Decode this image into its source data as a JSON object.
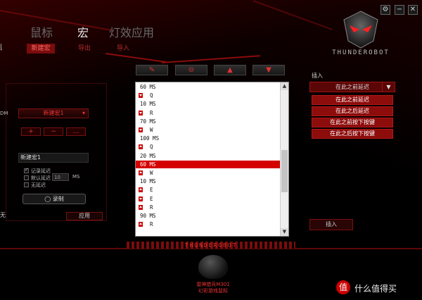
{
  "brand": {
    "logo_text": "THUNDEROBOT",
    "footer_logo_text": "THUNDEROBOT"
  },
  "window_controls": {
    "settings": "⚙",
    "minimize": "−",
    "close": "✕"
  },
  "nav": {
    "items": [
      "鼠标",
      "宏",
      "灯效应用"
    ],
    "active_index": 1
  },
  "subtabs": {
    "items": [
      "新建宏",
      "导出",
      "导入"
    ],
    "active_index": 0
  },
  "toolbar": {
    "edit": "✎",
    "delete": "⊝",
    "move_up": "▲",
    "move_down": "▼"
  },
  "macro_list": {
    "rows": [
      {
        "icon": "none",
        "text": "60 MS"
      },
      {
        "icon": "down",
        "text": "Q"
      },
      {
        "icon": "none",
        "text": "10 MS"
      },
      {
        "icon": "down",
        "text": "R"
      },
      {
        "icon": "none",
        "text": "70 MS"
      },
      {
        "icon": "down",
        "text": "W"
      },
      {
        "icon": "none",
        "text": "100 MS"
      },
      {
        "icon": "up",
        "text": "Q"
      },
      {
        "icon": "none",
        "text": "20 MS"
      },
      {
        "icon": "none",
        "text": "60 MS",
        "selected": true
      },
      {
        "icon": "up",
        "text": "W"
      },
      {
        "icon": "none",
        "text": "10 MS"
      },
      {
        "icon": "up",
        "text": "E"
      },
      {
        "icon": "down",
        "text": "E"
      },
      {
        "icon": "up",
        "text": "R"
      },
      {
        "icon": "none",
        "text": "90 MS"
      },
      {
        "icon": "up",
        "text": "R"
      }
    ]
  },
  "left_panel": {
    "side_label_top": "DM",
    "macro_select": "新建宏1",
    "btn_add": "+",
    "btn_remove": "−",
    "btn_more": "…",
    "name_field": "新建宏1",
    "opt_record_delay": "记录延迟",
    "opt_default_delay": "默认延迟",
    "default_delay_value": "10",
    "default_delay_unit": "MS",
    "opt_no_delay": "无延迟",
    "record_button": "录制",
    "apply_button": "应用",
    "side_label_bottom": "无"
  },
  "right_panel": {
    "insert_label": "插入",
    "dropdown_value": "在此之前延迟",
    "options": [
      "在此之前延迟",
      "在此之后延迟",
      "在此之前按下按键",
      "在此之后按下按键"
    ],
    "insert_button": "插入"
  },
  "product": {
    "line1": "雷神猎兵M301",
    "line2": "幻彩游戏鼠标"
  },
  "watermark": {
    "text": "值 什么值得买"
  },
  "colors": {
    "accent": "#d40000",
    "dark_red": "#7a0c0c",
    "background": "#000000"
  }
}
